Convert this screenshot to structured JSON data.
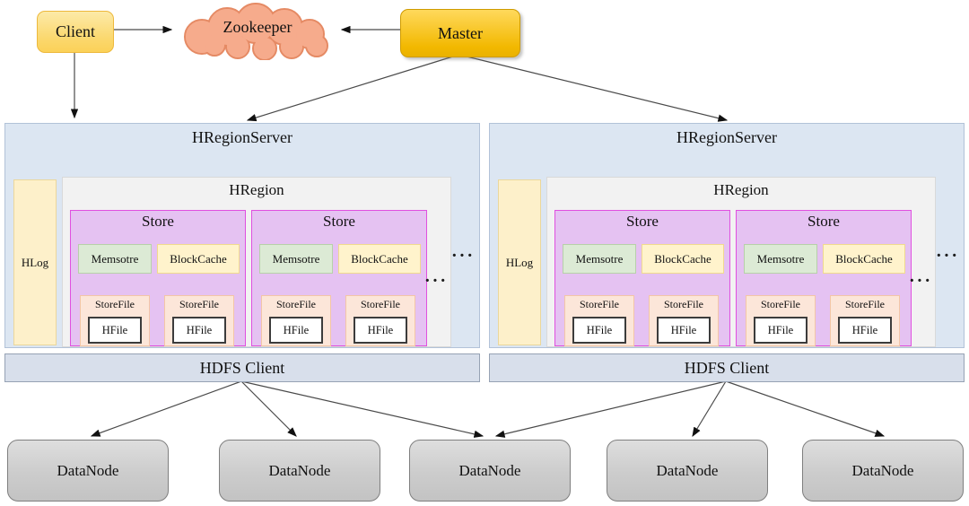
{
  "diagram": {
    "client": "Client",
    "zookeeper": "Zookeeper",
    "master": "Master"
  },
  "servers": [
    {
      "title": "HRegionServer",
      "hlog": "HLog",
      "more": "···",
      "hregion": {
        "title": "HRegion",
        "more": "···",
        "stores": [
          {
            "title": "Store",
            "memstore": "Memsotre",
            "blockcache": "BlockCache",
            "storefiles": [
              {
                "label": "StoreFile",
                "hfile": "HFile"
              },
              {
                "label": "StoreFile",
                "hfile": "HFile"
              }
            ]
          },
          {
            "title": "Store",
            "memstore": "Memsotre",
            "blockcache": "BlockCache",
            "storefiles": [
              {
                "label": "StoreFile",
                "hfile": "HFile"
              },
              {
                "label": "StoreFile",
                "hfile": "HFile"
              }
            ]
          }
        ]
      },
      "hdfs_client": "HDFS Client"
    },
    {
      "title": "HRegionServer",
      "hlog": "HLog",
      "more": "···",
      "hregion": {
        "title": "HRegion",
        "more": "···",
        "stores": [
          {
            "title": "Store",
            "memstore": "Memsotre",
            "blockcache": "BlockCache",
            "storefiles": [
              {
                "label": "StoreFile",
                "hfile": "HFile"
              },
              {
                "label": "StoreFile",
                "hfile": "HFile"
              }
            ]
          },
          {
            "title": "Store",
            "memstore": "Memsotre",
            "blockcache": "BlockCache",
            "storefiles": [
              {
                "label": "StoreFile",
                "hfile": "HFile"
              },
              {
                "label": "StoreFile",
                "hfile": "HFile"
              }
            ]
          }
        ]
      },
      "hdfs_client": "HDFS Client"
    }
  ],
  "datanodes": [
    "DataNode",
    "DataNode",
    "DataNode",
    "DataNode",
    "DataNode"
  ],
  "colors": {
    "client_fill": "#fbd76b",
    "master_fill": "#f2b800",
    "zookeeper_fill": "#f6ab8c",
    "zookeeper_stroke": "#e58a64",
    "server_fill": "#dce6f2",
    "hlog_fill": "#fdf0ca",
    "hregion_fill": "#f2f2f2",
    "store_fill": "#e5c2f2",
    "store_border": "#e050e0",
    "memstore_fill": "#dcead5",
    "blockcache_fill": "#fff3cc",
    "storefile_fill": "#fce6d9",
    "hdfs_fill": "#d8dfeb",
    "datanode_fill": "#cccccc",
    "arrow": "#4a4a4a"
  }
}
